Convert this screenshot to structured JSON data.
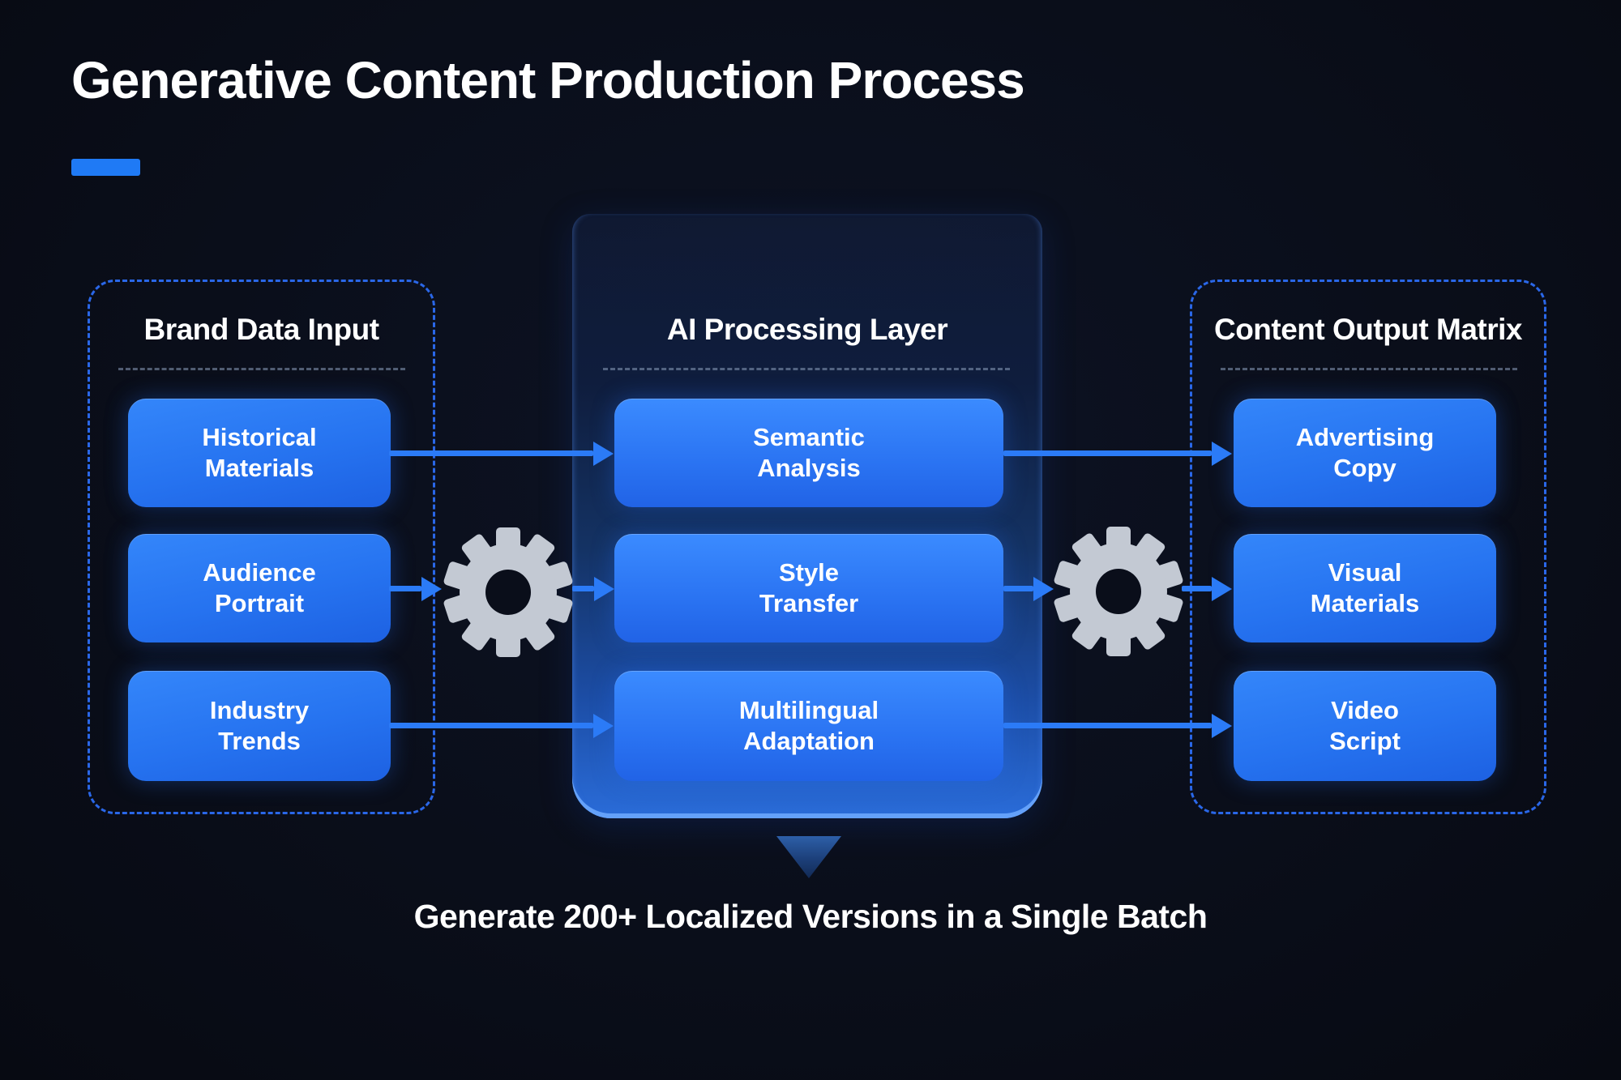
{
  "title": "Generative Content Production Process",
  "caption": "Generate 200+ Localized Versions in a Single Batch",
  "columns": [
    {
      "title": "Brand Data Input",
      "boxes": [
        {
          "line1": "Historical",
          "line2": "Materials"
        },
        {
          "line1": "Audience",
          "line2": "Portrait"
        },
        {
          "line1": "Industry",
          "line2": "Trends"
        }
      ]
    },
    {
      "title": "AI Processing Layer",
      "boxes": [
        {
          "line1": "Semantic",
          "line2": "Analysis"
        },
        {
          "line1": "Style",
          "line2": "Transfer"
        },
        {
          "line1": "Multilingual",
          "line2": "Adaptation"
        }
      ]
    },
    {
      "title": "Content Output Matrix",
      "boxes": [
        {
          "line1": "Advertising",
          "line2": "Copy"
        },
        {
          "line1": "Visual",
          "line2": "Materials"
        },
        {
          "line1": "Video",
          "line2": "Script"
        }
      ]
    }
  ],
  "icons": {
    "gear": "gear-icon",
    "arrow": "arrow-right-icon",
    "triangle": "triangle-down-icon"
  },
  "colors": {
    "background": "#0a0e1a",
    "accent_bar": "#1f7af5",
    "arrow": "#2b7bf7",
    "node_blue": "#2673f0",
    "dashed_border": "#2a67e8",
    "gear_gray": "#c3c9d3",
    "panel_bottom_glow": "#6eaaff",
    "text": "#ffffff"
  }
}
